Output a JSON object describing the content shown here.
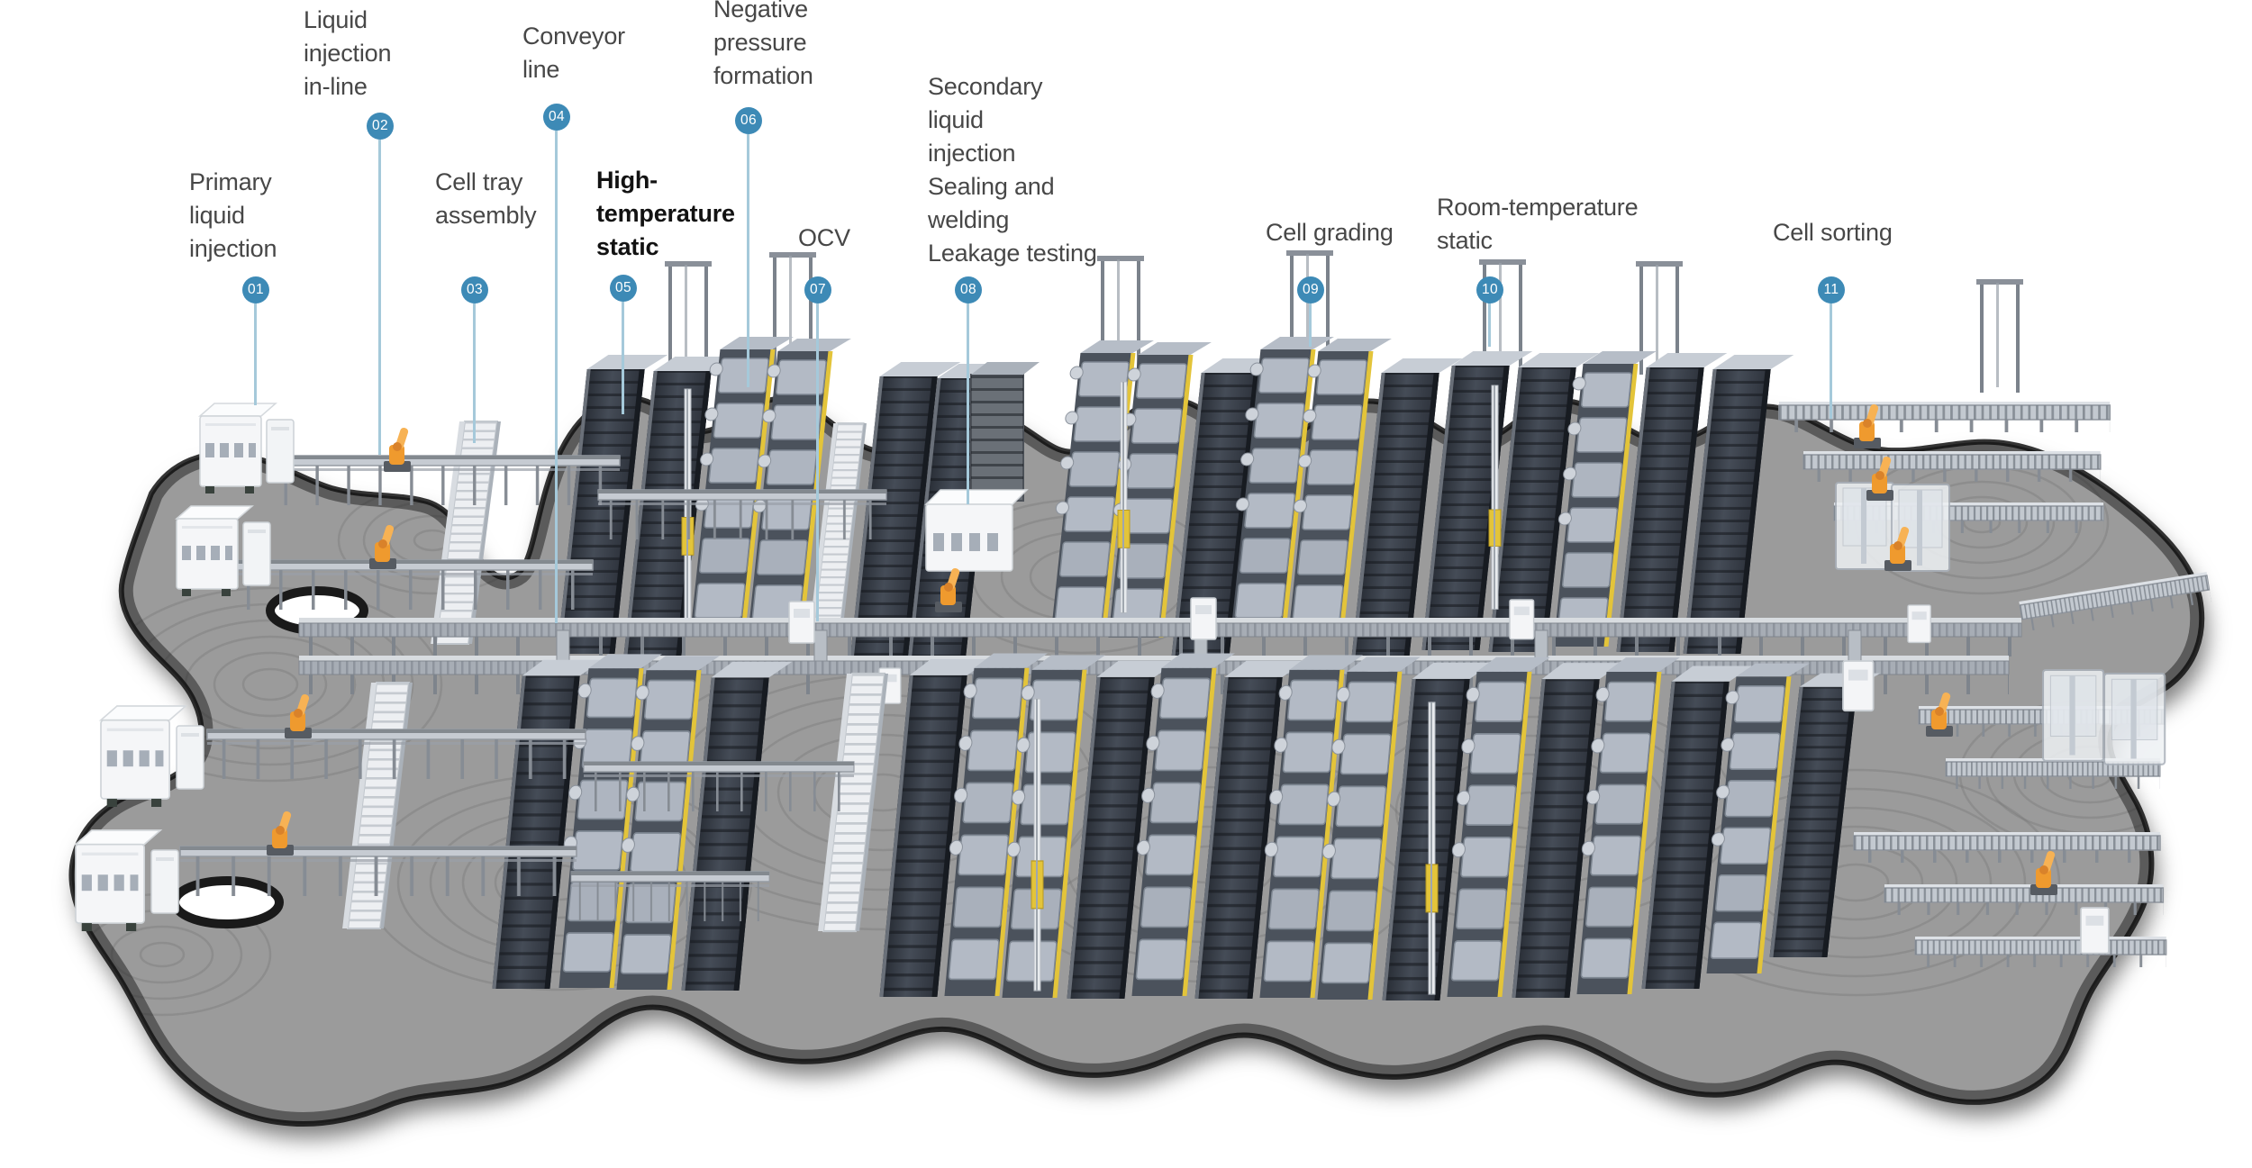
{
  "page": {
    "background": "#ffffff"
  },
  "colors": {
    "badge": "#3d8ab6",
    "leader": "#a5c9da",
    "label": "#474747",
    "label_emphasis": "#121212",
    "floor": "#9b9b9b",
    "floor_edge": "#121212",
    "rack_dark": "#2c313a",
    "rack_light": "#b3bac5",
    "robot_orange": "#ef9a2e",
    "accent_yellow": "#e3c43a",
    "cabinet_white": "#f5f6f8",
    "conveyor_gray": "#a7adb5"
  },
  "stations": [
    {
      "number": "01",
      "label": "Primary\nliquid\ninjection"
    },
    {
      "number": "02",
      "label": "Liquid\ninjection\nin-line"
    },
    {
      "number": "03",
      "label": "Cell tray\nassembly"
    },
    {
      "number": "04",
      "label": "Conveyor\nline"
    },
    {
      "number": "05",
      "label": "High-\ntemperature\nstatic",
      "emphasis": true
    },
    {
      "number": "06",
      "label": "Negative\npressure\nformation"
    },
    {
      "number": "07",
      "label": "OCV"
    },
    {
      "number": "08",
      "label": "Secondary\nliquid\ninjection\nSealing and\nwelding\nLeakage testing"
    },
    {
      "number": "09",
      "label": "Cell grading"
    },
    {
      "number": "10",
      "label": "Room-temperature\nstatic"
    },
    {
      "number": "11",
      "label": "Cell sorting"
    }
  ]
}
